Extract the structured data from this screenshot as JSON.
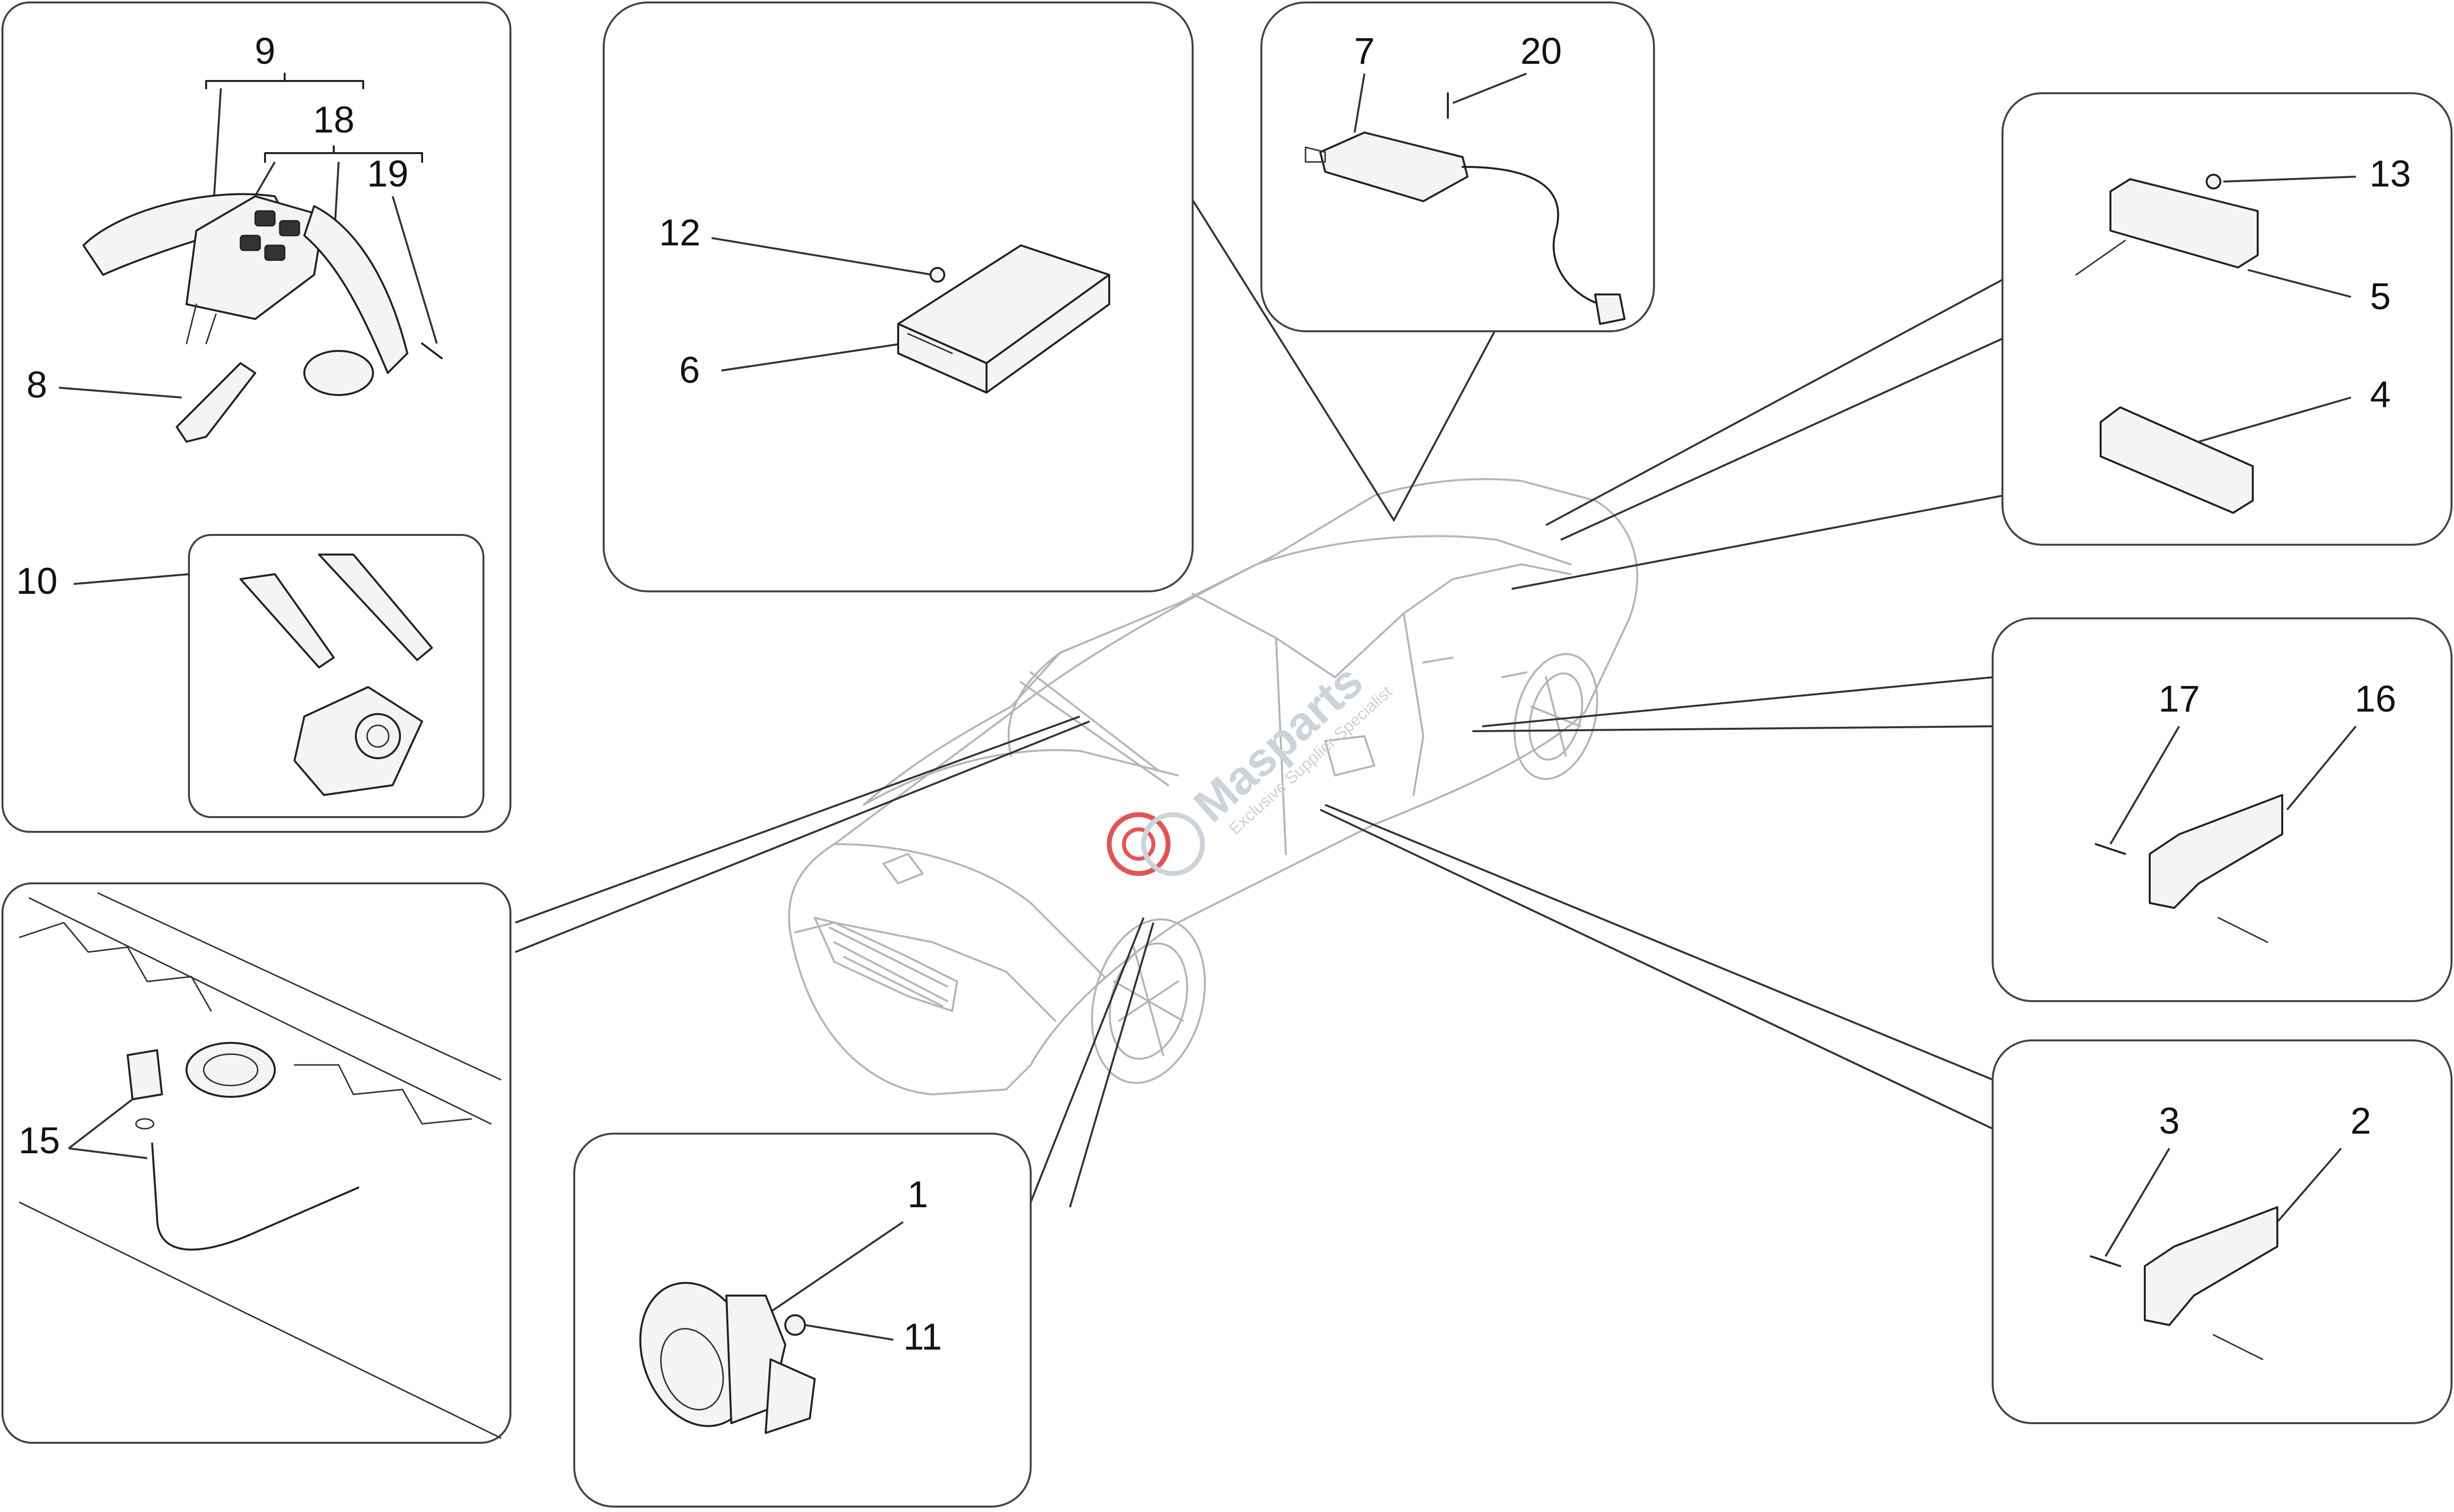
{
  "diagram": {
    "callouts": {
      "c1": "1",
      "c2": "2",
      "c3": "3",
      "c4": "4",
      "c5": "5",
      "c6": "6",
      "c7": "7",
      "c8": "8",
      "c9": "9",
      "c10": "10",
      "c11": "11",
      "c12": "12",
      "c13": "13",
      "c15": "15",
      "c16": "16",
      "c17": "17",
      "c18": "18",
      "c19": "19",
      "c20": "20"
    },
    "watermark": {
      "brand": "Masparts",
      "tagline": "Exclusive Supplier Specialist"
    }
  },
  "colors": {
    "line": "#222222",
    "car_outline": "#b5b5b5",
    "panel_border": "#444444",
    "watermark_red": "#e05555",
    "watermark_grey": "#cdd3da"
  }
}
